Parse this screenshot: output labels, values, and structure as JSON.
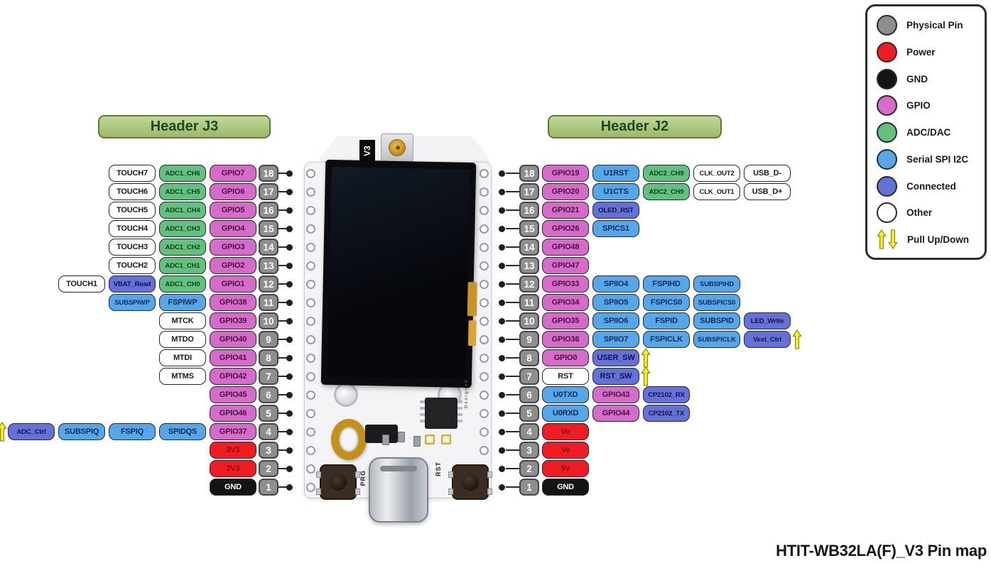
{
  "title": "HTIT-WB32LA(F)_V3 Pin map",
  "headers": {
    "j3": "Header J3",
    "j2": "Header J2"
  },
  "legend": {
    "items": [
      {
        "label": "Physical Pin",
        "type": "physical"
      },
      {
        "label": "Power",
        "type": "power"
      },
      {
        "label": "GND",
        "type": "gnd"
      },
      {
        "label": "GPIO",
        "type": "gpio"
      },
      {
        "label": "ADC/DAC",
        "type": "adc"
      },
      {
        "label": "Serial SPI I2C",
        "type": "serial"
      },
      {
        "label": "Connected",
        "type": "connected"
      },
      {
        "label": "Other",
        "type": "other"
      },
      {
        "label": "Pull Up/Down",
        "type": "pull"
      }
    ]
  },
  "palette": {
    "physical": "#8e8e8e",
    "power": "#ee1c25",
    "gnd": "#141414",
    "gpio": "#d66cc9",
    "adc": "#63c17f",
    "serial": "#56a7e8",
    "connected": "#6471d6",
    "other": "#ffffff",
    "pull_arrow": "#f6ee2d",
    "header_pill": "#9cba66"
  },
  "board": {
    "version": "V3",
    "prg": "PRG",
    "rst": "RST",
    "side_text": "Designed"
  },
  "j3_rows": [
    {
      "pin": 18,
      "cells": [
        {
          "l": "GPIO7",
          "t": "gpio"
        },
        {
          "l": "ADC1_CH6",
          "t": "adc"
        },
        {
          "l": "TOUCH7",
          "t": "other"
        }
      ]
    },
    {
      "pin": 17,
      "cells": [
        {
          "l": "GPIO6",
          "t": "gpio"
        },
        {
          "l": "ADC1_CH5",
          "t": "adc"
        },
        {
          "l": "TOUCH6",
          "t": "other"
        }
      ]
    },
    {
      "pin": 16,
      "cells": [
        {
          "l": "GPIO5",
          "t": "gpio"
        },
        {
          "l": "ADC1_CH4",
          "t": "adc"
        },
        {
          "l": "TOUCH5",
          "t": "other"
        }
      ]
    },
    {
      "pin": 15,
      "cells": [
        {
          "l": "GPIO4",
          "t": "gpio"
        },
        {
          "l": "ADC1_CH3",
          "t": "adc"
        },
        {
          "l": "TOUCH4",
          "t": "other"
        }
      ]
    },
    {
      "pin": 14,
      "cells": [
        {
          "l": "GPIO3",
          "t": "gpio"
        },
        {
          "l": "ADC1_CH2",
          "t": "adc"
        },
        {
          "l": "TOUCH3",
          "t": "other"
        }
      ]
    },
    {
      "pin": 13,
      "cells": [
        {
          "l": "GPIO2",
          "t": "gpio"
        },
        {
          "l": "ADC1_CH1",
          "t": "adc"
        },
        {
          "l": "TOUCH2",
          "t": "other"
        }
      ]
    },
    {
      "pin": 12,
      "cells": [
        {
          "l": "GPIO1",
          "t": "gpio"
        },
        {
          "l": "ADC1_CH0",
          "t": "adc"
        },
        {
          "l": "VBAT_Read",
          "t": "connected"
        },
        {
          "l": "TOUCH1",
          "t": "other"
        }
      ]
    },
    {
      "pin": 11,
      "cells": [
        {
          "l": "GPIO38",
          "t": "gpio"
        },
        {
          "l": "FSPIWP",
          "t": "serial"
        },
        {
          "l": "SUBSPIWP",
          "t": "serial"
        }
      ]
    },
    {
      "pin": 10,
      "cells": [
        {
          "l": "GPIO39",
          "t": "gpio"
        },
        {
          "l": "MTCK",
          "t": "other"
        }
      ]
    },
    {
      "pin": 9,
      "cells": [
        {
          "l": "GPIO40",
          "t": "gpio"
        },
        {
          "l": "MTDO",
          "t": "other"
        }
      ]
    },
    {
      "pin": 8,
      "cells": [
        {
          "l": "GPIO41",
          "t": "gpio"
        },
        {
          "l": "MTDI",
          "t": "other"
        }
      ]
    },
    {
      "pin": 7,
      "cells": [
        {
          "l": "GPIO42",
          "t": "gpio"
        },
        {
          "l": "MTMS",
          "t": "other"
        }
      ]
    },
    {
      "pin": 6,
      "cells": [
        {
          "l": "GPIO45",
          "t": "gpio"
        }
      ]
    },
    {
      "pin": 5,
      "cells": [
        {
          "l": "GPIO46",
          "t": "gpio"
        }
      ]
    },
    {
      "pin": 4,
      "arrow": true,
      "cells": [
        {
          "l": "GPIO37",
          "t": "gpio"
        },
        {
          "l": "SPIDQS",
          "t": "serial"
        },
        {
          "l": "FSPIQ",
          "t": "serial"
        },
        {
          "l": "SUBSPIQ",
          "t": "serial"
        },
        {
          "l": "ADC_Ctrl",
          "t": "connected"
        }
      ]
    },
    {
      "pin": 3,
      "cells": [
        {
          "l": "3V3",
          "t": "power"
        }
      ]
    },
    {
      "pin": 2,
      "cells": [
        {
          "l": "3V3",
          "t": "power"
        }
      ]
    },
    {
      "pin": 1,
      "cells": [
        {
          "l": "GND",
          "t": "gnd"
        }
      ]
    }
  ],
  "j2_rows": [
    {
      "pin": 18,
      "cells": [
        {
          "l": "GPIO19",
          "t": "gpio"
        },
        {
          "l": "U1RST",
          "t": "serial"
        },
        {
          "l": "ADC2_CH9",
          "t": "adc"
        },
        {
          "l": "CLK_OUT2",
          "t": "other"
        },
        {
          "l": "USB_D-",
          "t": "other"
        }
      ]
    },
    {
      "pin": 17,
      "cells": [
        {
          "l": "GPIO20",
          "t": "gpio"
        },
        {
          "l": "U1CTS",
          "t": "serial"
        },
        {
          "l": "ADC2_CH9",
          "t": "adc"
        },
        {
          "l": "CLK_OUT1",
          "t": "other"
        },
        {
          "l": "USB_D+",
          "t": "other"
        }
      ]
    },
    {
      "pin": 16,
      "cells": [
        {
          "l": "GPIO21",
          "t": "gpio"
        },
        {
          "l": "OLED_RST",
          "t": "connected"
        }
      ]
    },
    {
      "pin": 15,
      "cells": [
        {
          "l": "GPIO26",
          "t": "gpio"
        },
        {
          "l": "SPICS1",
          "t": "serial"
        }
      ]
    },
    {
      "pin": 14,
      "cells": [
        {
          "l": "GPIO48",
          "t": "gpio"
        }
      ]
    },
    {
      "pin": 13,
      "cells": [
        {
          "l": "GPIO47",
          "t": "gpio"
        }
      ]
    },
    {
      "pin": 12,
      "cells": [
        {
          "l": "GPIO33",
          "t": "gpio"
        },
        {
          "l": "SPIIO4",
          "t": "serial"
        },
        {
          "l": "FSPIHD",
          "t": "serial"
        },
        {
          "l": "SUBSPIHD",
          "t": "serial"
        }
      ]
    },
    {
      "pin": 11,
      "cells": [
        {
          "l": "GPIO34",
          "t": "gpio"
        },
        {
          "l": "SPIIO5",
          "t": "serial"
        },
        {
          "l": "FSPICS0",
          "t": "serial"
        },
        {
          "l": "SUBSPICS0",
          "t": "serial"
        }
      ]
    },
    {
      "pin": 10,
      "cells": [
        {
          "l": "GPIO35",
          "t": "gpio"
        },
        {
          "l": "SPIIO6",
          "t": "serial"
        },
        {
          "l": "FSPID",
          "t": "serial"
        },
        {
          "l": "SUBSPID",
          "t": "serial"
        },
        {
          "l": "LED_Write",
          "t": "connected"
        }
      ]
    },
    {
      "pin": 9,
      "arrow": true,
      "cells": [
        {
          "l": "GPIO36",
          "t": "gpio"
        },
        {
          "l": "SPIIO7",
          "t": "serial"
        },
        {
          "l": "FSPICLK",
          "t": "serial"
        },
        {
          "l": "SUBSPICLK",
          "t": "serial"
        },
        {
          "l": "Vext_Ctrl",
          "t": "connected"
        }
      ]
    },
    {
      "pin": 8,
      "arrow": true,
      "cells": [
        {
          "l": "GPIO0",
          "t": "gpio"
        },
        {
          "l": "USER_SW",
          "t": "connected"
        }
      ]
    },
    {
      "pin": 7,
      "arrow": true,
      "cells": [
        {
          "l": "RST",
          "t": "other"
        },
        {
          "l": "RST_SW",
          "t": "connected"
        }
      ]
    },
    {
      "pin": 6,
      "cells": [
        {
          "l": "U0TXD",
          "t": "serial"
        },
        {
          "l": "GPIO43",
          "t": "gpio"
        },
        {
          "l": "CP2102_RX",
          "t": "connected"
        }
      ]
    },
    {
      "pin": 5,
      "cells": [
        {
          "l": "U0RXD",
          "t": "serial"
        },
        {
          "l": "GPIO44",
          "t": "gpio"
        },
        {
          "l": "CP2102_TX",
          "t": "connected"
        }
      ]
    },
    {
      "pin": 4,
      "cells": [
        {
          "l": "Ve",
          "t": "power"
        }
      ]
    },
    {
      "pin": 3,
      "cells": [
        {
          "l": "Ve",
          "t": "power"
        }
      ]
    },
    {
      "pin": 2,
      "cells": [
        {
          "l": "5V",
          "t": "power"
        }
      ]
    },
    {
      "pin": 1,
      "cells": [
        {
          "l": "GND",
          "t": "gnd"
        }
      ]
    }
  ]
}
